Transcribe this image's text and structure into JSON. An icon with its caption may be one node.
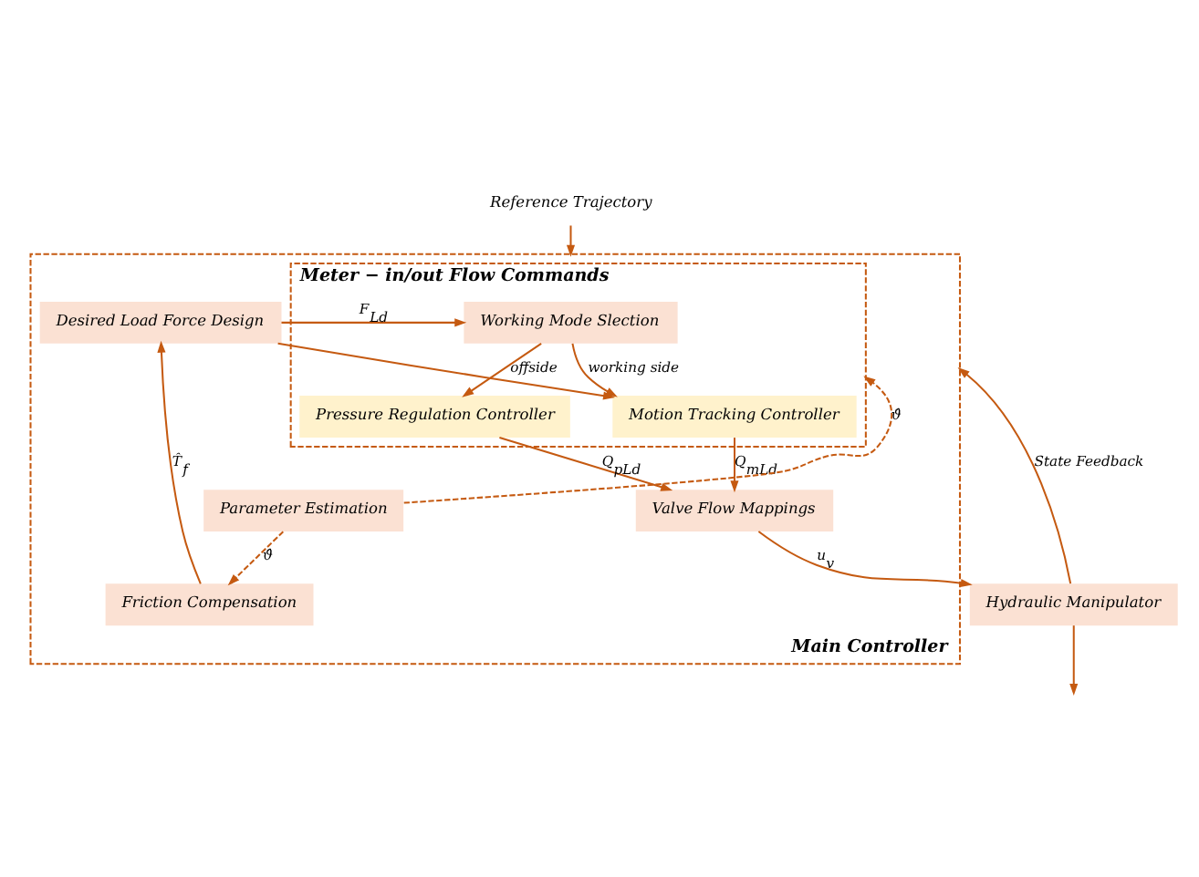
{
  "diagram": {
    "nodes": [
      {
        "text": [
          "Main Controller"
        ]
      },
      {
        "text": [
          "Meter − in/out Flow Commands"
        ],
        "in": 0
      },
      {
        "text": [
          "Working Mode Slection"
        ],
        "in": 1
      },
      {
        "text": [
          "Pressure Regulation Controller"
        ],
        "in": 1
      },
      {
        "text": [
          "Motion Tracking Controller"
        ],
        "in": 1
      },
      {
        "text": [
          "Desired Load Force Design"
        ],
        "in": 0
      },
      {
        "text": [
          "Friction Compensation"
        ],
        "in": 0
      },
      {
        "text": [
          "Parameter Estimation"
        ],
        "in": 0
      },
      {
        "text": [
          "Valve Flow Mappings"
        ],
        "in": 0
      },
      {
        "text": [
          "Hydraulic Manipulator"
        ]
      },
      {
        "text": [
          "Reference Trajectory"
        ]
      }
    ],
    "edges": [
      {
        "from": 10,
        "to": 0,
        "arrow": "to"
      },
      {
        "from": 5,
        "to": 2,
        "arrow": "to",
        "label": "F$_{Ld}$"
      },
      {
        "from": 5,
        "to": 4,
        "arrow": "to"
      },
      {
        "from": 2,
        "to": 3,
        "arrow": "to",
        "label": "offside"
      },
      {
        "from": 2,
        "to": 4,
        "arrow": "to",
        "label": "working side"
      },
      {
        "from": 3,
        "to": 8,
        "arrow": "to",
        "label": "Q$_{pLd}$"
      },
      {
        "from": 4,
        "to": 8,
        "arrow": "to",
        "label": "Q$_{mLd}$"
      },
      {
        "from": 6,
        "to": 5,
        "arrow": "to",
        "label": "T̂$_{f}$"
      },
      {
        "from": 7,
        "to": 6,
        "arrow": "to",
        "style": "dashed",
        "label": "ϑ̂"
      },
      {
        "from": 7,
        "to": 1,
        "arrow": "to",
        "style": "dashed",
        "label": "ϑ̂"
      },
      {
        "from": 8,
        "to": 9,
        "arrow": "to",
        "label": "u$_{v}$"
      },
      {
        "from": 9,
        "to": 0,
        "arrow": "to",
        "label": "State Feedback"
      },
      {
        "from": 9,
        "to": null,
        "arrow": "to"
      }
    ]
  }
}
